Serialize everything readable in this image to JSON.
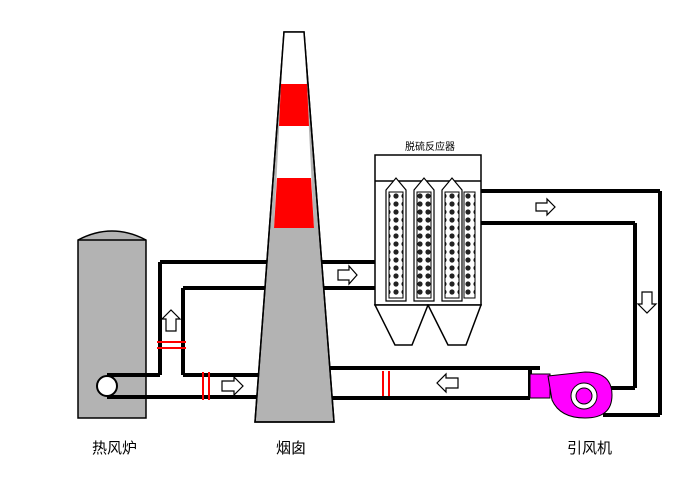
{
  "labels": {
    "hot_air_furnace": "热风炉",
    "chimney": "烟囱",
    "reactor": "脱硫反应器",
    "induced_fan": "引风机"
  },
  "colors": {
    "pipe": "#000000",
    "equipment_gray": "#b3b3b3",
    "chimney_stripe": "#ff0000",
    "fan": "#ff00ff",
    "valve": "#ff0000",
    "reactor_white": "#ffffff"
  },
  "icons": [
    "arrow-right-icon",
    "arrow-up-icon",
    "arrow-down-icon",
    "arrow-left-icon",
    "valve-icon",
    "fan-icon"
  ]
}
